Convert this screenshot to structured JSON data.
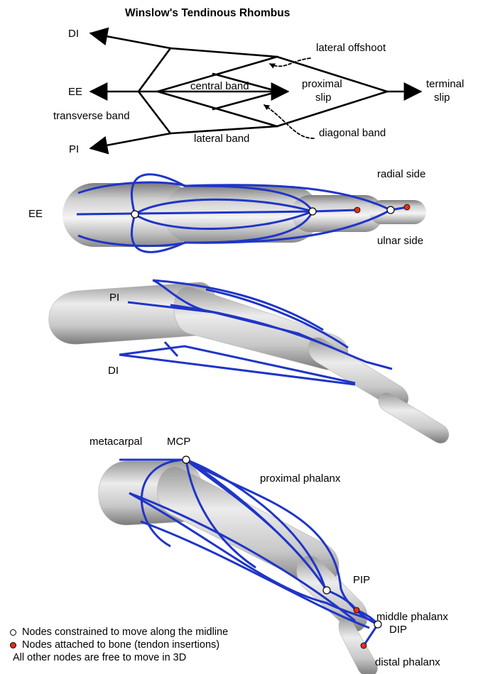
{
  "title": "Winslow's Tendinous Rhombus",
  "schematic": {
    "labels": {
      "di": "DI",
      "ee": "EE",
      "pi": "PI",
      "transverse_band": "transverse band",
      "central_band": "central band",
      "lateral_band": "lateral band",
      "lateral_offshoot": "lateral offshoot",
      "proximal_slip_1": "proximal",
      "proximal_slip_2": "slip",
      "diagonal_band": "diagonal band",
      "terminal_slip_1": "terminal",
      "terminal_slip_2": "slip"
    }
  },
  "view_top": {
    "ee": "EE",
    "radial_side": "radial side",
    "ulnar_side": "ulnar side"
  },
  "view_side": {
    "pi": "PI",
    "di": "DI"
  },
  "view_flexed": {
    "metacarpal": "metacarpal",
    "mcp": "MCP",
    "proximal_phalanx": "proximal phalanx",
    "pip": "PIP",
    "middle_phalanx": "middle phalanx",
    "dip": "DIP",
    "distal_phalanx": "distal phalanx"
  },
  "legend": {
    "white_node": "Nodes constrained to move along the midline",
    "red_node": "Nodes attached to bone (tendon insertions)",
    "other": "All other nodes are free to move in 3D"
  },
  "colors": {
    "tendon": "#1f35c8",
    "bone_light": "#f2f2f2",
    "bone_dark": "#8a8a8a",
    "insertion_node": "#e0301e",
    "midline_node": "#ffffff"
  }
}
